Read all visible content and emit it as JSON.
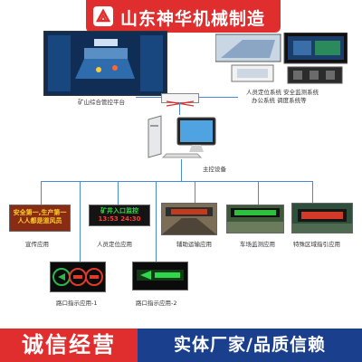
{
  "header": {
    "brand": "山东神华机械制造"
  },
  "platform": {
    "label": "矿山综合管控平台"
  },
  "systems": {
    "line1": "人员定位系统 安全监测系统",
    "line2": "办公系统 调度系统等"
  },
  "host": {
    "label": "主控设备"
  },
  "apps": {
    "publicity": {
      "label": "宣传应用",
      "sign_line1": "安全第一,生产第一",
      "sign_line2": "人人都是道风员"
    },
    "positioning": {
      "label": "人员定位应用",
      "led_line1": "矿井入口监控",
      "led_line2": "13:53 24:30"
    },
    "transport": {
      "label": "辅助运输应用"
    },
    "yard": {
      "label": "车场监测应用"
    },
    "special": {
      "label": "特殊区域指引应用"
    },
    "road1": {
      "label": "路口指示应用-1"
    },
    "road2": {
      "label": "路口指示应用-2"
    }
  },
  "footer": {
    "left": "诚信经营",
    "right": "实体厂家/品质信赖"
  },
  "colors": {
    "brand_red": "#e02d2d",
    "footer_blue": "#1a3f8c",
    "line_blue": "#4a8ad4"
  }
}
